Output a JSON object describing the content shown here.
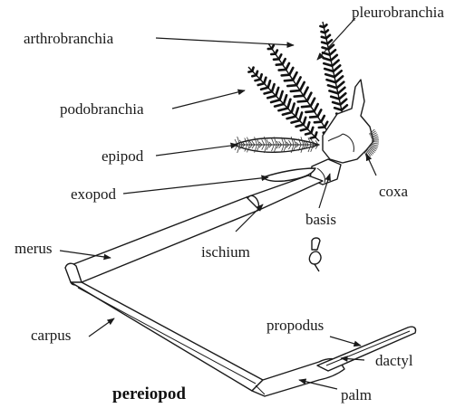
{
  "labels": {
    "arthrobranchia": "arthrobranchia",
    "pleurobranchia": "pleurobranchia",
    "podobranchia": "podobranchia",
    "epipod": "epipod",
    "exopod": "exopod",
    "coxa": "coxa",
    "basis": "basis",
    "merus": "merus",
    "ischium": "ischium",
    "carpus": "carpus",
    "propodus": "propodus",
    "dactyl": "dactyl",
    "palm": "palm"
  },
  "title": "pereiopod",
  "colors": {
    "ink": "#1a1a1a",
    "background": "#ffffff"
  }
}
